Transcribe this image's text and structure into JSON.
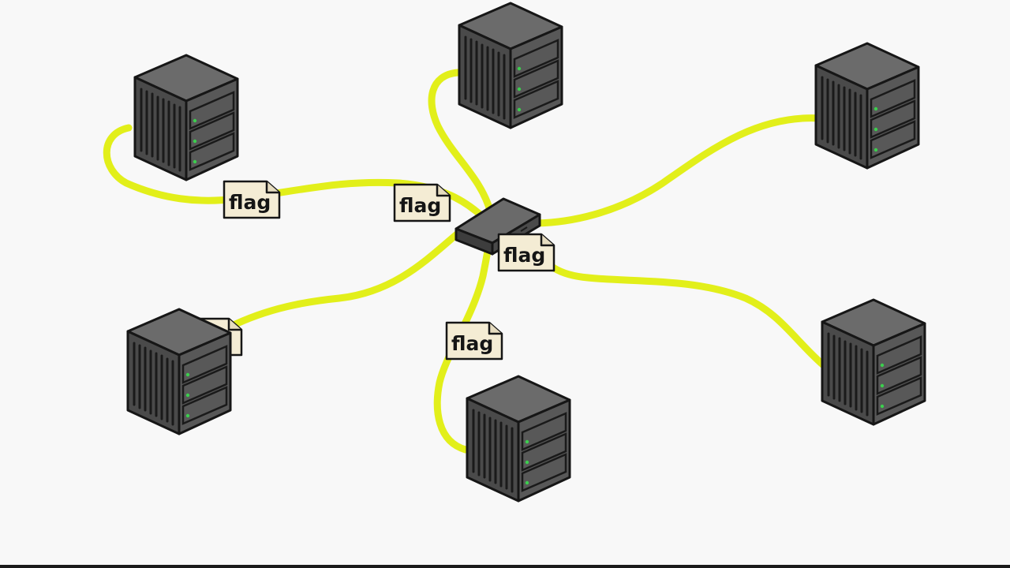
{
  "diagram": {
    "nodes": [
      {
        "id": "server-top-left"
      },
      {
        "id": "server-top-center"
      },
      {
        "id": "server-top-right"
      },
      {
        "id": "server-bottom-left"
      },
      {
        "id": "server-bottom-center"
      },
      {
        "id": "server-bottom-right"
      },
      {
        "id": "network-switch"
      }
    ],
    "links": [
      {
        "from": "server-top-left",
        "to": "network-switch"
      },
      {
        "from": "server-top-center",
        "to": "network-switch"
      },
      {
        "from": "server-top-right",
        "to": "network-switch"
      },
      {
        "from": "server-bottom-left",
        "to": "network-switch"
      },
      {
        "from": "server-bottom-center",
        "to": "network-switch"
      },
      {
        "from": "server-bottom-right",
        "to": "network-switch"
      }
    ],
    "packets": [
      {
        "label": "flag",
        "on_link": "server-top-left"
      },
      {
        "label": "flag",
        "on_link": "server-top-left"
      },
      {
        "label": "flag",
        "on_link": "server-bottom-right"
      },
      {
        "label": "flag",
        "on_link": "server-bottom-center"
      },
      {
        "label": "",
        "on_link": "server-bottom-left"
      }
    ]
  },
  "colors": {
    "cable": "#e2ef1a",
    "server_body": "#545454",
    "server_dark": "#2a2a2a",
    "server_led": "#3ccf4e",
    "packet_paper": "#f4ecd4",
    "outline": "#161616",
    "background": "#f8f8f8"
  },
  "icons": {
    "server": "server-icon",
    "switch": "network-switch-icon",
    "packet": "document-icon"
  }
}
